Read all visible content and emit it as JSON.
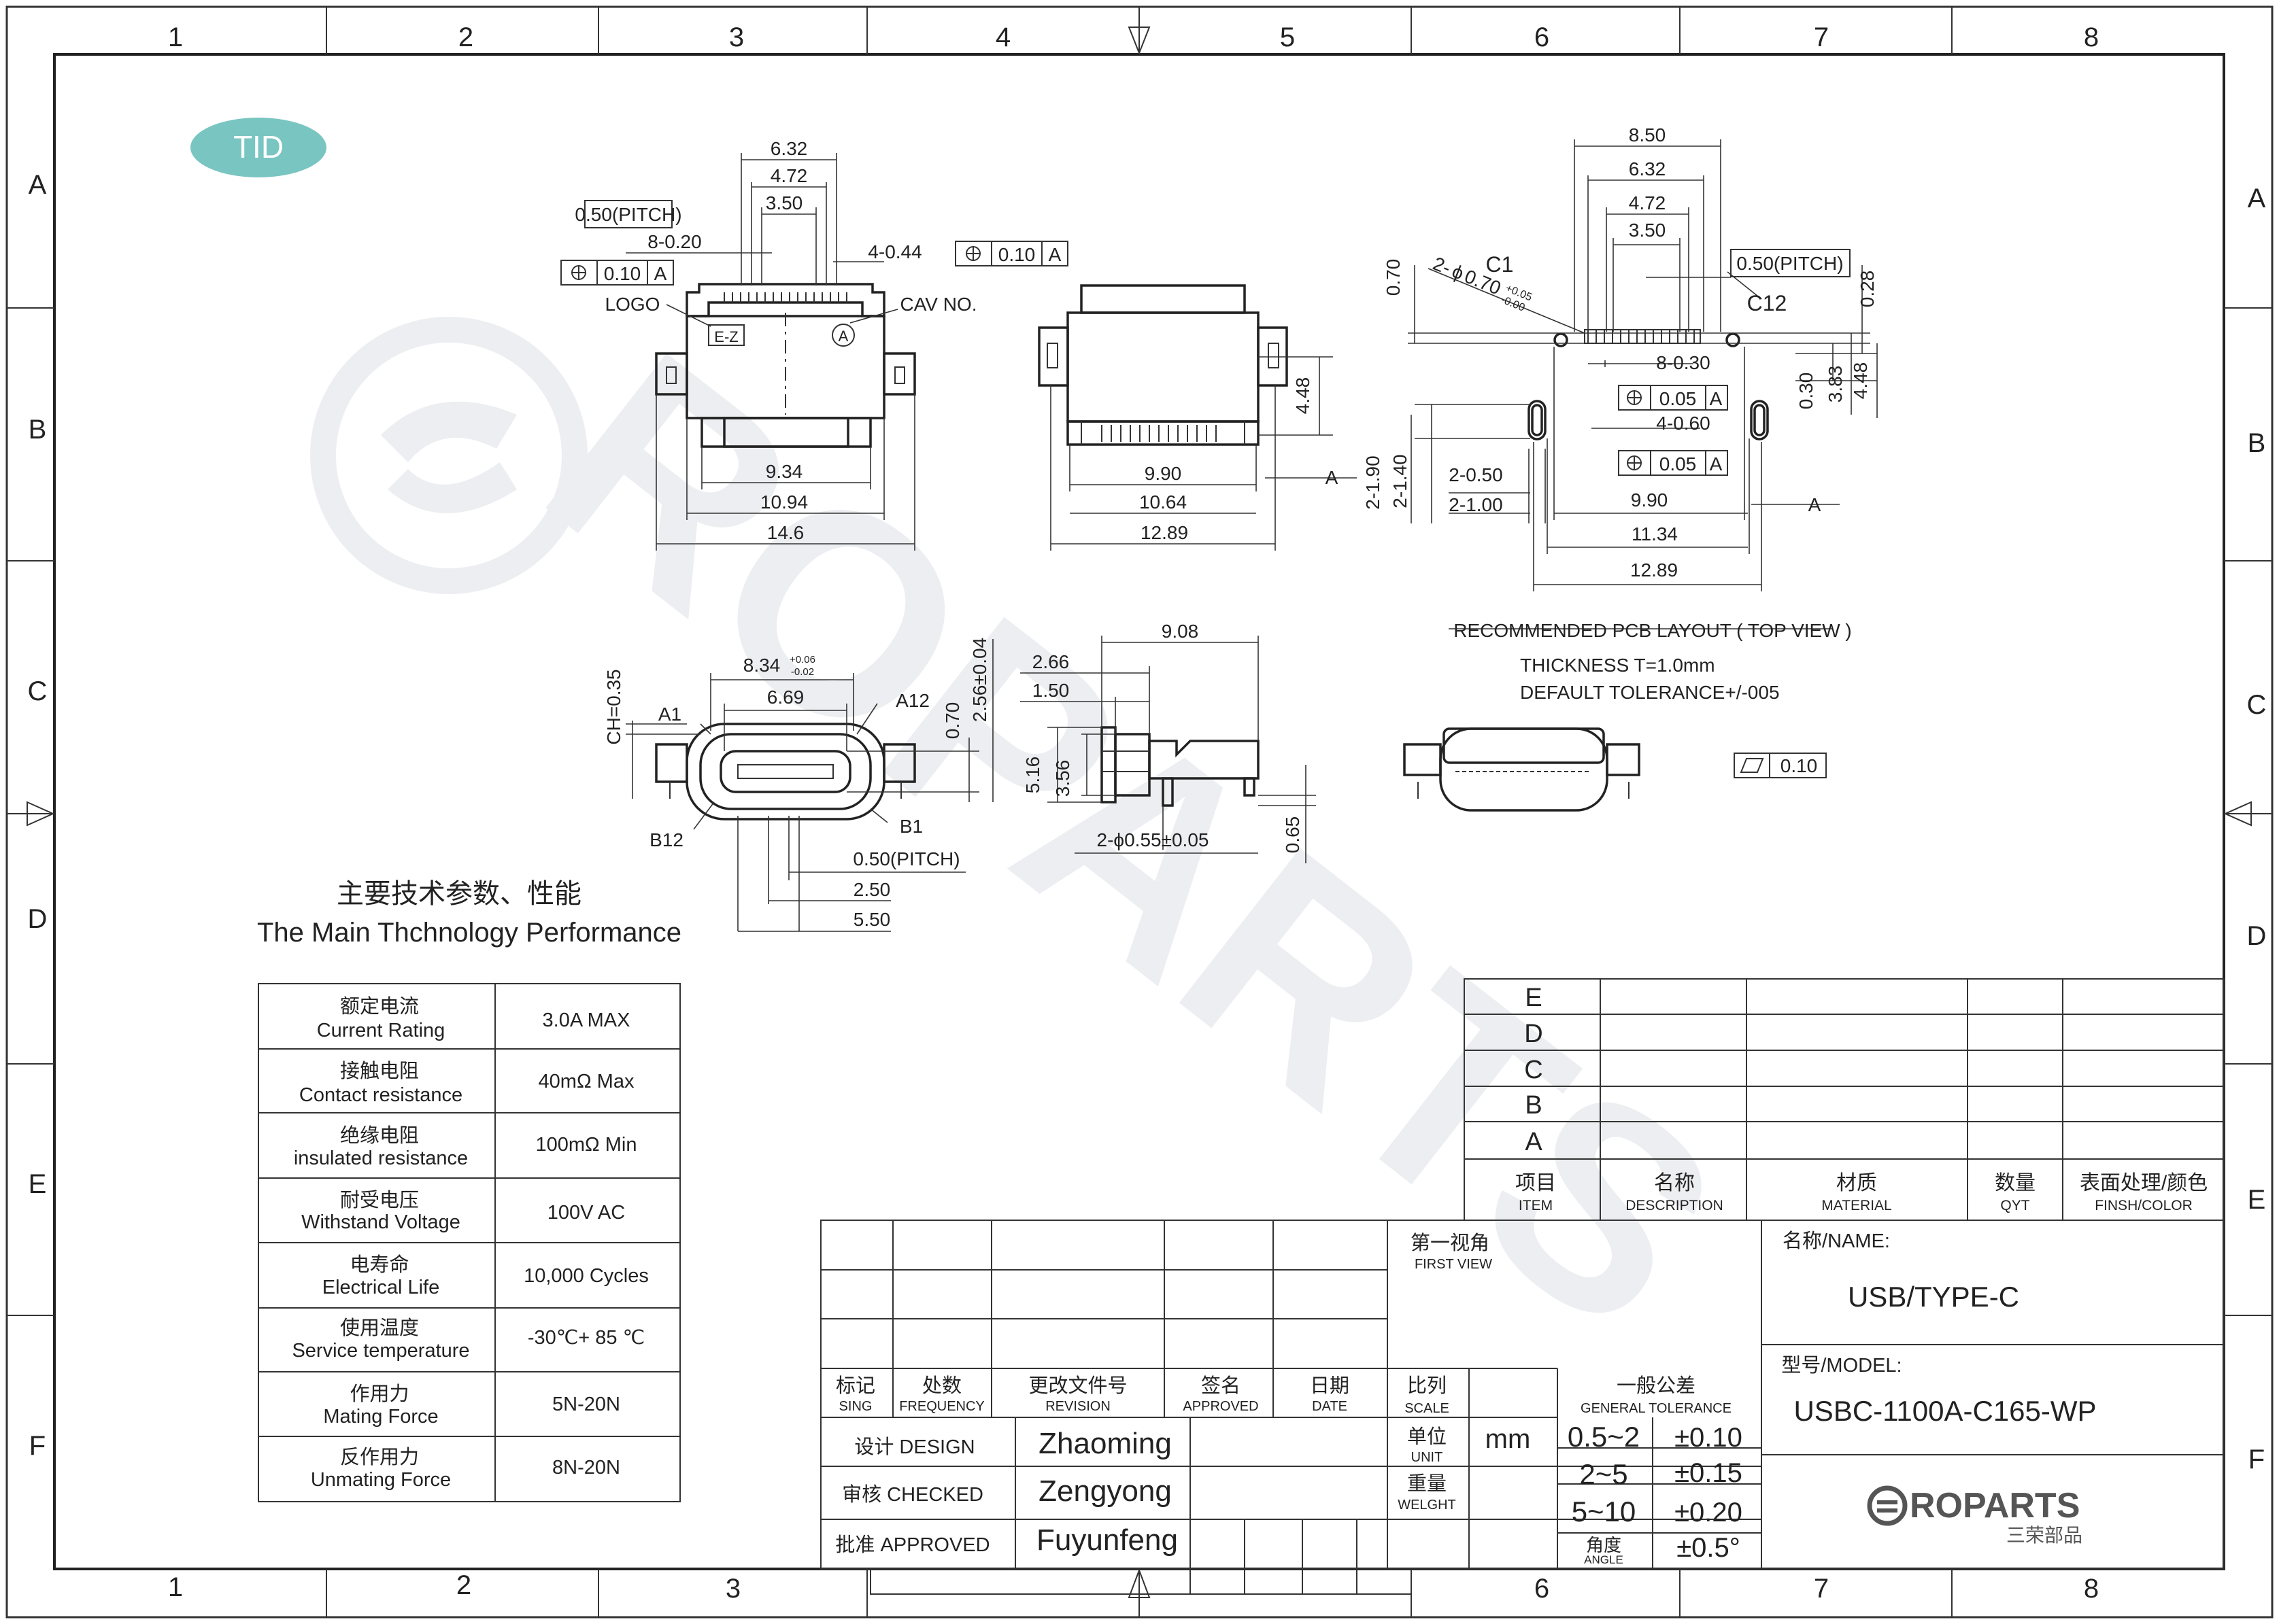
{
  "frame": {
    "cols": [
      "1",
      "2",
      "3",
      "4",
      "5",
      "6",
      "7",
      "8"
    ],
    "rows": [
      "A",
      "B",
      "C",
      "D",
      "E",
      "F"
    ]
  },
  "badge": "TID",
  "views": {
    "front": {
      "dims": [
        "6.32",
        "4.72",
        "3.50",
        "0.50(PITCH)",
        "8-0.20",
        "4-0.44",
        "0.10",
        "A",
        "0.10",
        "A",
        "9.34",
        "10.94",
        "14.6"
      ],
      "labels": {
        "logo": "LOGO",
        "ez": "E-Z",
        "cav": "CAV NO.",
        "cav_a": "A"
      }
    },
    "top": {
      "dims": [
        "9.90",
        "10.64",
        "12.89",
        "4.48",
        "A"
      ]
    },
    "pcb": {
      "dims": [
        "8.50",
        "6.32",
        "4.72",
        "3.50",
        "0.50(PITCH)",
        "0.70",
        "0.28",
        "8-0.30",
        "0.05",
        "A",
        "4-0.60",
        "0.05",
        "A",
        "0.30",
        "3.83",
        "4.48",
        "2-1.90",
        "2-1.40",
        "2-0.50",
        "2-1.00",
        "9.90",
        "A",
        "11.34",
        "12.89"
      ],
      "labels": {
        "c1": "C1",
        "c12": "C12",
        "hole_prefix": "2-",
        "hole_phi": "ϕ",
        "hole_dia": "0.70",
        "tol_plus": "+0.05",
        "tol_minus": "-0.00"
      },
      "title": "RECOMMENDED PCB LAYOUT ( TOP VIEW )",
      "thickness": "THICKNESS  T=1.0mm",
      "tolerance": "DEFAULT   TOLERANCE+/-005"
    },
    "mating": {
      "dims": [
        "8.34",
        "+0.06",
        "-0.02",
        "6.69",
        "CH=0.35",
        "0.70",
        "2.56±0.04",
        "0.50(PITCH)",
        "2.50",
        "5.50"
      ],
      "labels": {
        "a1": "A1",
        "a12": "A12",
        "b12": "B12",
        "b1": "B1"
      }
    },
    "side": {
      "dims": [
        "9.08",
        "2.66",
        "1.50",
        "5.16",
        "3.56",
        "2-ϕ0.55±0.05",
        "0.65"
      ]
    },
    "bottom": {
      "flatness": "0.10"
    }
  },
  "spec": {
    "title_cn": "主要技术参数、性能",
    "title_en": "The Main Thchnology Performance",
    "rows": [
      {
        "cn": "额定电流",
        "en": "Current Rating",
        "val": "3.0A MAX"
      },
      {
        "cn": "接触电阻",
        "en": "Contact resistance",
        "val": "40mΩ Max"
      },
      {
        "cn": "绝缘电阻",
        "en": "insulated resistance",
        "val": "100mΩ Min"
      },
      {
        "cn": "耐受电压",
        "en": "Withstand Voltage",
        "val": "100V AC"
      },
      {
        "cn": "电寿命",
        "en": "Electrical Life",
        "val": "10,000 Cycles"
      },
      {
        "cn": "使用温度",
        "en": "Service temperature",
        "val": "-30℃+ 85 ℃"
      },
      {
        "cn": "作用力",
        "en": "Mating Force",
        "val": "5N-20N"
      },
      {
        "cn": "反作用力",
        "en": "Unmating Force",
        "val": "8N-20N"
      }
    ]
  },
  "bom": {
    "rows": [
      "E",
      "D",
      "C",
      "B",
      "A"
    ],
    "headers": [
      {
        "cn": "项目",
        "en": "ITEM"
      },
      {
        "cn": "名称",
        "en": "DESCRIPTION"
      },
      {
        "cn": "材质",
        "en": "MATERIAL"
      },
      {
        "cn": "数量",
        "en": "QYT"
      },
      {
        "cn": "表面处理/颜色",
        "en": "FINSH/COLOR"
      }
    ]
  },
  "revision": {
    "headers": [
      {
        "cn": "标记",
        "en": "SING"
      },
      {
        "cn": "处数",
        "en": "FREQUENCY"
      },
      {
        "cn": "更改文件号",
        "en": "REVISION"
      },
      {
        "cn": "签名",
        "en": "APPROVED"
      },
      {
        "cn": "日期",
        "en": "DATE"
      }
    ],
    "design_label": "设计 DESIGN",
    "design_name": "Zhaoming",
    "checked_label": "审核 CHECKED",
    "checked_name": "Zengyong",
    "approved_label": "批准 APPROVED",
    "approved_name": "Fuyunfeng"
  },
  "title_block": {
    "view_cn": "第一视角",
    "view_en": "FIRST VIEW",
    "scale_cn": "比列",
    "scale_en": "SCALE",
    "unit_cn": "单位",
    "unit_en": "UNIT",
    "unit": "mm",
    "weight_cn": "重量",
    "weight_en": "WELGHT",
    "tol_cn": "一般公差",
    "tol_en": "GENERAL TOLERANCE",
    "tol_rows": [
      [
        "0.5~2",
        "±0.10"
      ],
      [
        "2~5",
        "±0.15"
      ],
      [
        "5~10",
        "±0.20"
      ]
    ],
    "angle_cn": "角度",
    "angle_en": "ANGLE",
    "angle_tol": "±0.5°",
    "name_label": "名称/NAME:",
    "name": "USB/TYPE-C",
    "model_label": "型号/MODEL:",
    "model": "USBC-1100A-C165-WP",
    "logo": "ROPARTS",
    "logo_cn": "三荣部品"
  }
}
